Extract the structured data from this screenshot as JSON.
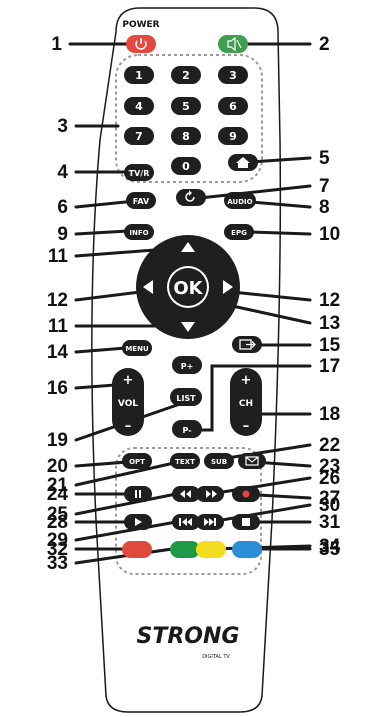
{
  "remote": {
    "power_label": "POWER",
    "brand": "STRONG",
    "brand_sub": "DIGITAL TV"
  },
  "callouts": [
    "1",
    "2",
    "3",
    "4",
    "5",
    "6",
    "7",
    "8",
    "9",
    "10",
    "11",
    "12",
    "13",
    "14",
    "15",
    "16",
    "17",
    "18",
    "19",
    "20",
    "21",
    "22",
    "23",
    "24",
    "25",
    "26",
    "27",
    "28",
    "29",
    "30",
    "31",
    "32",
    "33",
    "34",
    "35"
  ],
  "buttons": {
    "digits": [
      "1",
      "2",
      "3",
      "4",
      "5",
      "6",
      "7",
      "8",
      "9",
      "0"
    ],
    "tvr": "TV/R",
    "fav": "FAV",
    "audio": "AUDIO",
    "info": "INFO",
    "epg": "EPG",
    "ok": "OK",
    "menu": "MENU",
    "p_plus": "P+",
    "p_minus": "P-",
    "vol": "VOL",
    "ch": "CH",
    "plus": "+",
    "minus": "–",
    "list": "LIST",
    "opt": "OPT",
    "text": "TEXT",
    "sub": "SUB"
  },
  "colors": {
    "body": "#ffffff",
    "outline": "#1a1a1a",
    "button": "#1f1f1f",
    "power": "#e5483f",
    "mute": "#3f9e4f",
    "red": "#e04a3c",
    "green": "#1f9a46",
    "yellow": "#f2dd1f",
    "blue": "#2c8fd6"
  }
}
